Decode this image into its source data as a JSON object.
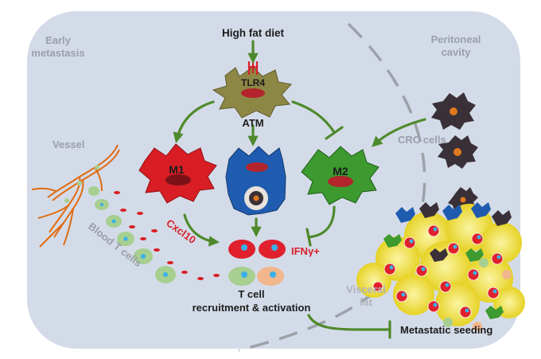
{
  "labels": {
    "early_metastasis": [
      "Early",
      "metastasis"
    ],
    "peritoneal_cavity": [
      "Peritoneal",
      "cavity"
    ],
    "high_fat_diet": "High fat diet",
    "tlr4": "TLR4",
    "atm": "ATM",
    "m1": "M1",
    "m2": "M2",
    "vessel": "Vessel",
    "blood_t_cells": "Blood T cells",
    "cxcl10": "Cxcl10",
    "ifng": "IFNγ+",
    "crc_cells": "CRC cells",
    "t_cell": [
      "T cell",
      "recruitment & activation"
    ],
    "visceral_fat": [
      "Visceral",
      "fat"
    ],
    "metastatic_seeding": "Metastatic seeding"
  },
  "colors": {
    "background_panel": "#d4dbe8",
    "arrow_green": "#4e8a2c",
    "m1_red": "#d81e24",
    "m2_green": "#3c9a2e",
    "atm_olive": "#8d8746",
    "m_blue": "#1f5cb0",
    "crc_dark": "#3a3038",
    "crc_orange": "#e0781e",
    "fat_yellow": "#ecdc30",
    "t_cell_red": "#e0202c",
    "t_cell_green": "#a6cf90",
    "t_cell_peach": "#f2b68c",
    "nucleus_blue": "#3bb0e8",
    "vessel_orange": "#e06a10",
    "label_grey": "#9aa0a8",
    "cxcl10_red": "#d8202a"
  }
}
